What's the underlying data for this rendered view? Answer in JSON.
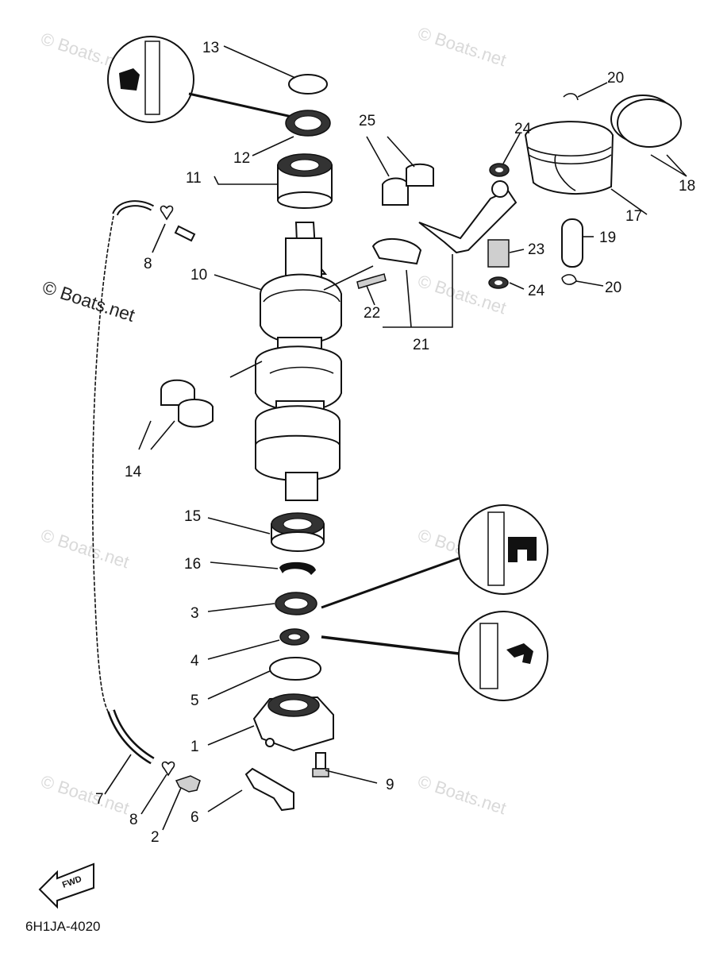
{
  "watermarks": [
    "© Boats.net",
    "© Boats.net",
    "© Boats.net",
    "© Boats.net",
    "© Boats.net",
    "© Boats.net",
    "© Boats.net",
    "© Boats.net"
  ],
  "callouts": [
    "13",
    "12",
    "11",
    "8",
    "10",
    "14",
    "15",
    "16",
    "3",
    "4",
    "5",
    "1",
    "7",
    "8",
    "2",
    "6",
    "9",
    "25",
    "24",
    "20",
    "18",
    "17",
    "19",
    "23",
    "24",
    "20",
    "22",
    "21"
  ],
  "fwd_label": "FWD",
  "diagram_code": "6H1JA-4020"
}
